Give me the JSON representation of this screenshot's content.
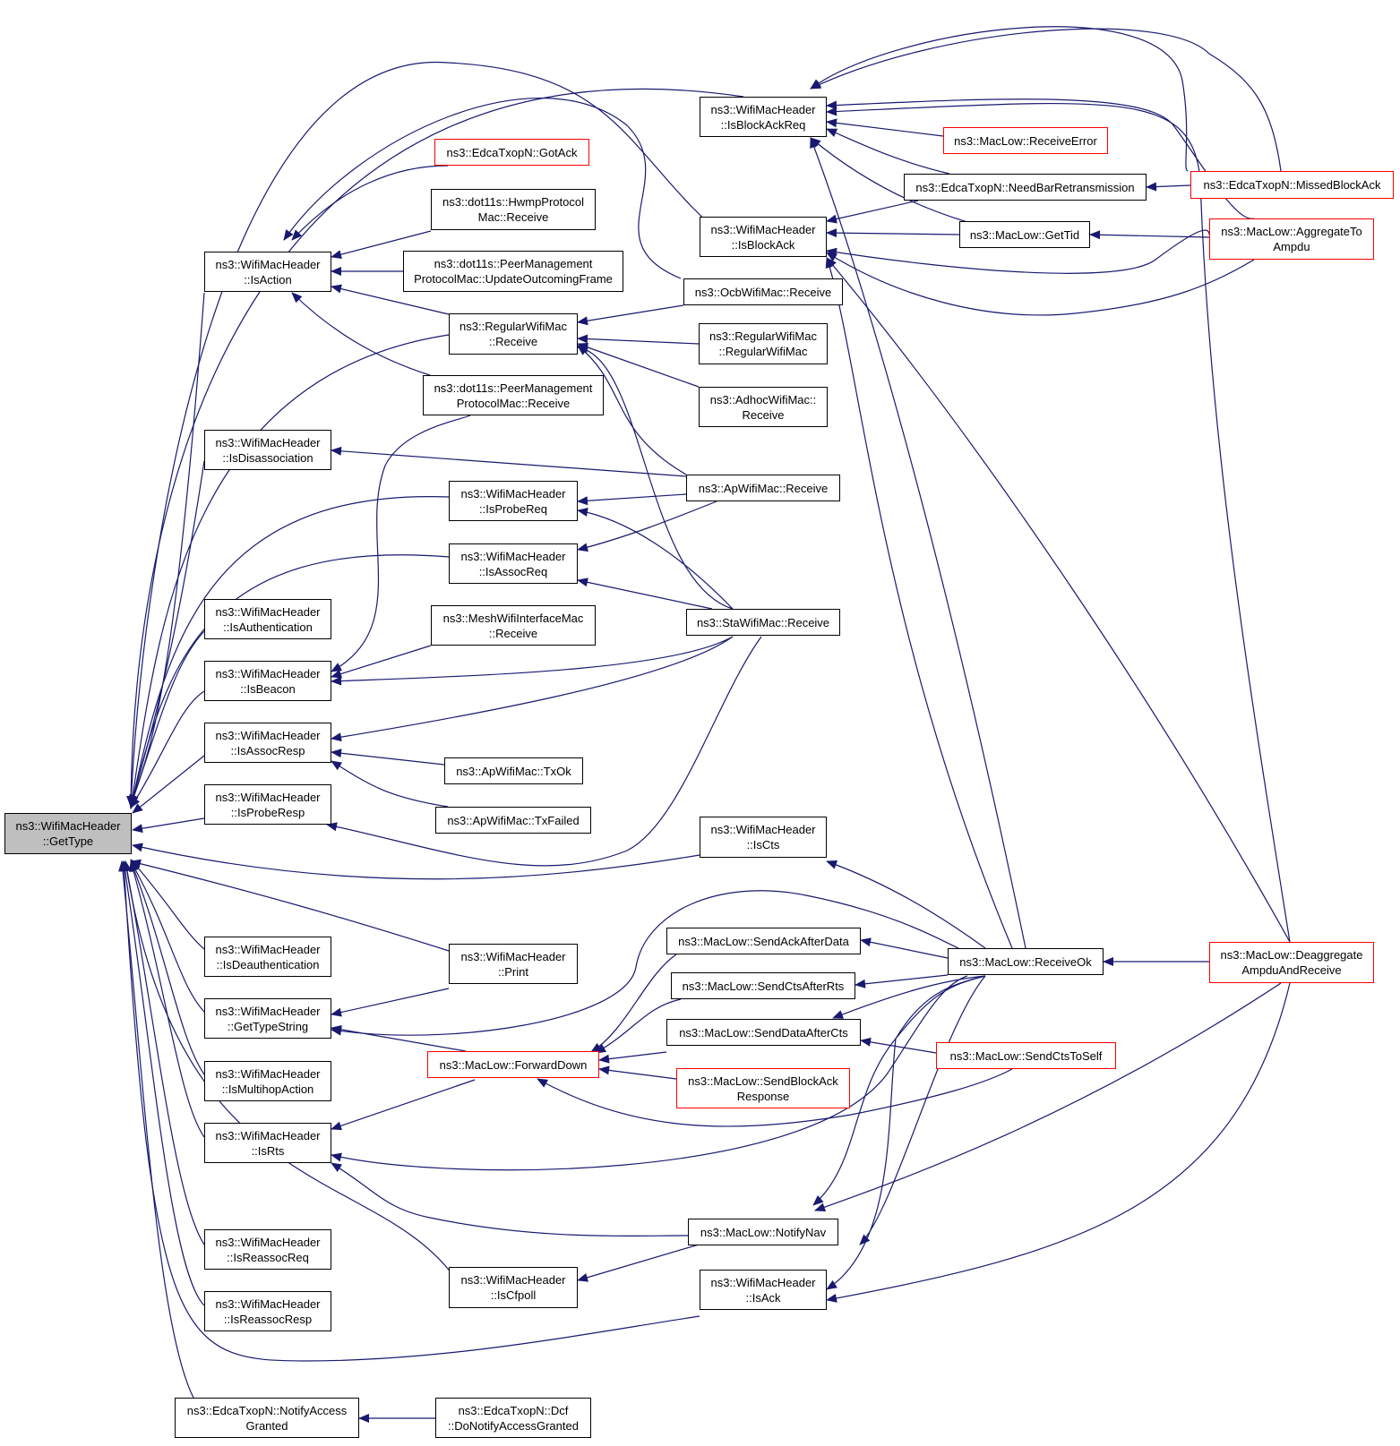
{
  "colors": {
    "edge": "#191970",
    "node_border": "#000000",
    "truncated_border": "#ff0000",
    "root_fill": "#bfbfbf"
  },
  "nodes": {
    "getType": "ns3::WifiMacHeader\n::GetType",
    "isAction": "ns3::WifiMacHeader\n::IsAction",
    "isDisassociation": "ns3::WifiMacHeader\n::IsDisassociation",
    "isAuthentication": "ns3::WifiMacHeader\n::IsAuthentication",
    "isBeacon": "ns3::WifiMacHeader\n::IsBeacon",
    "isAssocResp": "ns3::WifiMacHeader\n::IsAssocResp",
    "isProbeResp": "ns3::WifiMacHeader\n::IsProbeResp",
    "isDeauthentication": "ns3::WifiMacHeader\n::IsDeauthentication",
    "getTypeString": "ns3::WifiMacHeader\n::GetTypeString",
    "isMultihopAction": "ns3::WifiMacHeader\n::IsMultihopAction",
    "isRts": "ns3::WifiMacHeader\n::IsRts",
    "isReassocReq": "ns3::WifiMacHeader\n::IsReassocReq",
    "isReassocResp": "ns3::WifiMacHeader\n::IsReassocResp",
    "notifyAccessGranted": "ns3::EdcaTxopN::NotifyAccess\nGranted",
    "gotAck": "ns3::EdcaTxopN::GotAck",
    "hwmpReceive": "ns3::dot11s::HwmpProtocol\nMac::Receive",
    "peerUpdateOutgoing": "ns3::dot11s::PeerManagement\nProtocolMac::UpdateOutcomingFrame",
    "regularReceive": "ns3::RegularWifiMac\n::Receive",
    "peerReceive": "ns3::dot11s::PeerManagement\nProtocolMac::Receive",
    "isProbeReq": "ns3::WifiMacHeader\n::IsProbeReq",
    "isAssocReq": "ns3::WifiMacHeader\n::IsAssocReq",
    "meshReceive": "ns3::MeshWifiInterfaceMac\n::Receive",
    "apTxOk": "ns3::ApWifiMac::TxOk",
    "apTxFailed": "ns3::ApWifiMac::TxFailed",
    "print": "ns3::WifiMacHeader\n::Print",
    "forwardDown": "ns3::MacLow::ForwardDown",
    "isCfpoll": "ns3::WifiMacHeader\n::IsCfpoll",
    "dcfDoNotify": "ns3::EdcaTxopN::Dcf\n::DoNotifyAccessGranted",
    "isBlockAckReq": "ns3::WifiMacHeader\n::IsBlockAckReq",
    "isBlockAck": "ns3::WifiMacHeader\n::IsBlockAck",
    "ocbReceive": "ns3::OcbWifiMac::Receive",
    "regularCtor": "ns3::RegularWifiMac\n::RegularWifiMac",
    "adhocReceive": "ns3::AdhocWifiMac::\nReceive",
    "apReceive": "ns3::ApWifiMac::Receive",
    "staReceive": "ns3::StaWifiMac::Receive",
    "isCts": "ns3::WifiMacHeader\n::IsCts",
    "sendAckAfterData": "ns3::MacLow::SendAckAfterData",
    "sendCtsAfterRts": "ns3::MacLow::SendCtsAfterRts",
    "sendDataAfterCts": "ns3::MacLow::SendDataAfterCts",
    "sendBlockAckResponse": "ns3::MacLow::SendBlockAck\nResponse",
    "notifyNav": "ns3::MacLow::NotifyNav",
    "isAck": "ns3::WifiMacHeader\n::IsAck",
    "receiveError": "ns3::MacLow::ReceiveError",
    "needBarRetransmission": "ns3::EdcaTxopN::NeedBarRetransmission",
    "getTid": "ns3::MacLow::GetTid",
    "receiveOk": "ns3::MacLow::ReceiveOk",
    "sendCtsToSelf": "ns3::MacLow::SendCtsToSelf",
    "missedBlockAck": "ns3::EdcaTxopN::MissedBlockAck",
    "aggregateToAmpdu": "ns3::MacLow::AggregateTo\nAmpdu",
    "deaggregate": "ns3::MacLow::Deaggregate\nAmpduAndReceive"
  }
}
